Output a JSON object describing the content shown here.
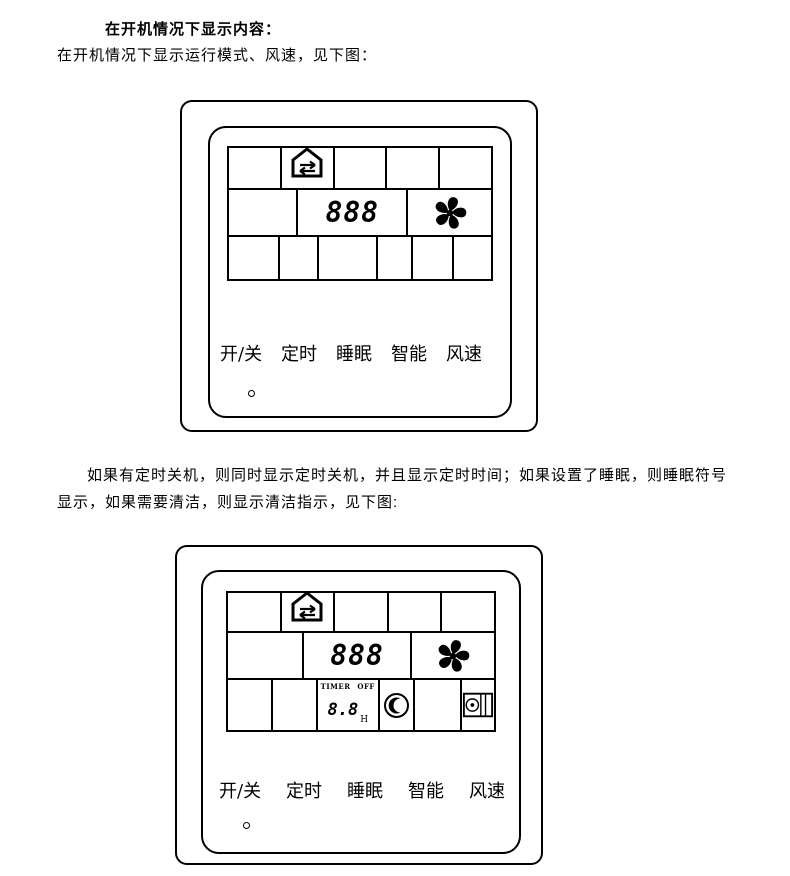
{
  "doc": {
    "heading": "在开机情况下显示内容：",
    "intro": "在开机情况下显示运行模式、风速，见下图：",
    "paragraph": "如果有定时关机，则同时显示定时关机，并且显示定时时间；如果设置了睡眠，则睡眠符号显示，如果需要清洁，则显示清洁指示，见下图:"
  },
  "panel_on": {
    "segment_value": "888",
    "buttons": [
      "开/关",
      "定时",
      "睡眠",
      "智能",
      "风速"
    ]
  },
  "panel_timer": {
    "segment_value": "888",
    "timer": {
      "timer_label": "TIMER",
      "off_label": "OFF",
      "value": "8.8",
      "unit": "H"
    },
    "buttons": [
      "开/关",
      "定时",
      "睡眠",
      "智能",
      "风速"
    ]
  },
  "icons": {
    "mode": "house-ventilation-icon",
    "fan": "fan-icon",
    "sleep": "sleep-moon-icon",
    "clean": "clean-filter-icon"
  },
  "colors": {
    "ink": "#000000",
    "paper": "#ffffff"
  }
}
